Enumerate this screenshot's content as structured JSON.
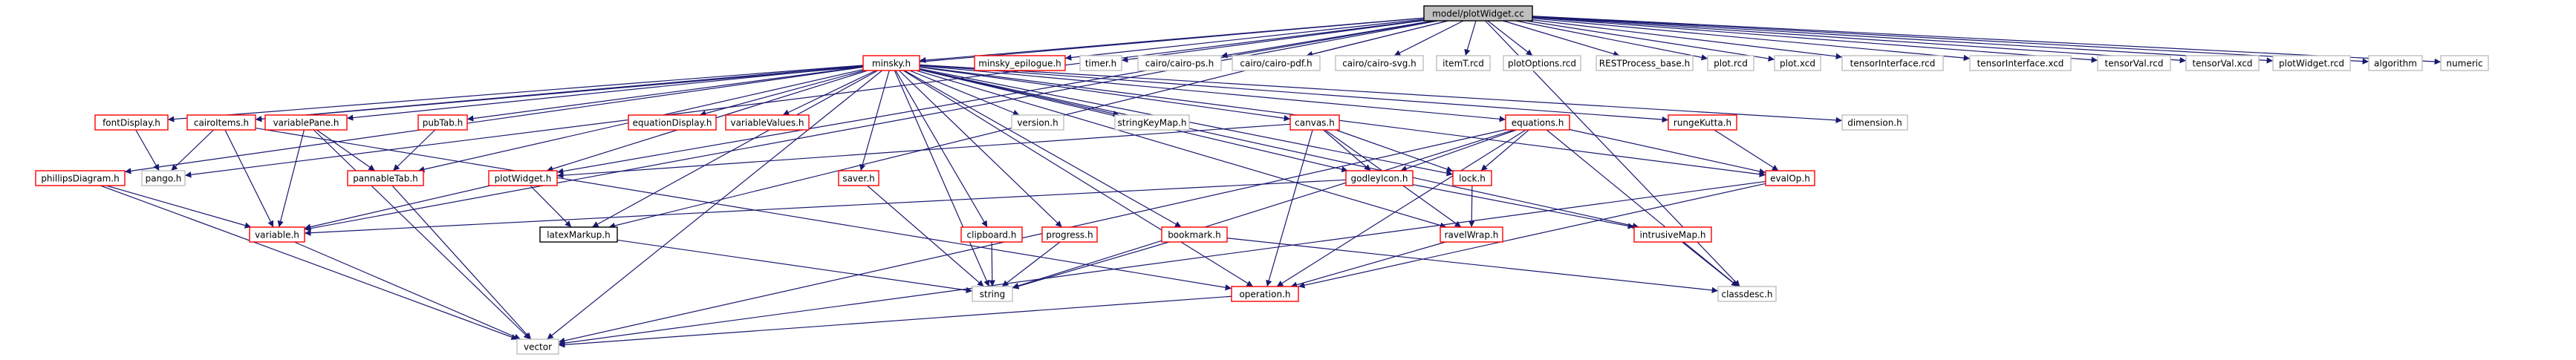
{
  "nodes": [
    {
      "id": "plotWidget_cc",
      "label": "model/plotWidget.cc",
      "kind": "root"
    },
    {
      "id": "minsky_h",
      "label": "minsky.h",
      "kind": "red"
    },
    {
      "id": "minsky_epilogue_h",
      "label": "minsky_epilogue.h",
      "kind": "red"
    },
    {
      "id": "timer_h",
      "label": "timer.h",
      "kind": "gray"
    },
    {
      "id": "cairo_ps_h",
      "label": "cairo/cairo-ps.h",
      "kind": "gray"
    },
    {
      "id": "cairo_pdf_h",
      "label": "cairo/cairo-pdf.h",
      "kind": "gray"
    },
    {
      "id": "cairo_svg_h",
      "label": "cairo/cairo-svg.h",
      "kind": "gray"
    },
    {
      "id": "itemT_rcd",
      "label": "itemT.rcd",
      "kind": "gray"
    },
    {
      "id": "plotOptions_rcd",
      "label": "plotOptions.rcd",
      "kind": "gray"
    },
    {
      "id": "RESTProcess_base_h",
      "label": "RESTProcess_base.h",
      "kind": "gray"
    },
    {
      "id": "plot_rcd",
      "label": "plot.rcd",
      "kind": "gray"
    },
    {
      "id": "plot_xcd",
      "label": "plot.xcd",
      "kind": "gray"
    },
    {
      "id": "tensorInterface_rcd",
      "label": "tensorInterface.rcd",
      "kind": "gray"
    },
    {
      "id": "tensorInterface_xcd",
      "label": "tensorInterface.xcd",
      "kind": "gray"
    },
    {
      "id": "tensorVal_rcd",
      "label": "tensorVal.rcd",
      "kind": "gray"
    },
    {
      "id": "tensorVal_xcd",
      "label": "tensorVal.xcd",
      "kind": "gray"
    },
    {
      "id": "plotWidget_rcd",
      "label": "plotWidget.rcd",
      "kind": "gray"
    },
    {
      "id": "algorithm",
      "label": "algorithm",
      "kind": "gray"
    },
    {
      "id": "numeric",
      "label": "numeric",
      "kind": "gray"
    },
    {
      "id": "fontDisplay_h",
      "label": "fontDisplay.h",
      "kind": "red"
    },
    {
      "id": "cairoItems_h",
      "label": "cairoItems.h",
      "kind": "red"
    },
    {
      "id": "variablePane_h",
      "label": "variablePane.h",
      "kind": "red"
    },
    {
      "id": "pubTab_h",
      "label": "pubTab.h",
      "kind": "red"
    },
    {
      "id": "equationDisplay_h",
      "label": "equationDisplay.h",
      "kind": "red"
    },
    {
      "id": "variableValues_h",
      "label": "variableValues.h",
      "kind": "red"
    },
    {
      "id": "version_h",
      "label": "version.h",
      "kind": "gray"
    },
    {
      "id": "stringKeyMap_h",
      "label": "stringKeyMap.h",
      "kind": "gray"
    },
    {
      "id": "equations_h",
      "label": "equations.h",
      "kind": "red"
    },
    {
      "id": "rungeKutta_h",
      "label": "rungeKutta.h",
      "kind": "red"
    },
    {
      "id": "dimension_h",
      "label": "dimension.h",
      "kind": "gray"
    },
    {
      "id": "canvas_h",
      "label": "canvas.h",
      "kind": "red"
    },
    {
      "id": "phillipsDiagram_h",
      "label": "phillipsDiagram.h",
      "kind": "red"
    },
    {
      "id": "pango_h",
      "label": "pango.h",
      "kind": "gray"
    },
    {
      "id": "pannableTab_h",
      "label": "pannableTab.h",
      "kind": "red"
    },
    {
      "id": "plotWidget_h",
      "label": "plotWidget.h",
      "kind": "red"
    },
    {
      "id": "saver_h",
      "label": "saver.h",
      "kind": "red"
    },
    {
      "id": "godleyIcon_h",
      "label": "godleyIcon.h",
      "kind": "red"
    },
    {
      "id": "lock_h",
      "label": "lock.h",
      "kind": "red"
    },
    {
      "id": "evalOp_h",
      "label": "evalOp.h",
      "kind": "red"
    },
    {
      "id": "variable_h",
      "label": "variable.h",
      "kind": "red"
    },
    {
      "id": "latexMarkup_h",
      "label": "latexMarkup.h",
      "kind": "black"
    },
    {
      "id": "clipboard_h",
      "label": "clipboard.h",
      "kind": "red"
    },
    {
      "id": "progress_h",
      "label": "progress.h",
      "kind": "red"
    },
    {
      "id": "bookmark_h",
      "label": "bookmark.h",
      "kind": "red"
    },
    {
      "id": "ravelWrap_h",
      "label": "ravelWrap.h",
      "kind": "red"
    },
    {
      "id": "intrusiveMap_h",
      "label": "intrusiveMap.h",
      "kind": "red"
    },
    {
      "id": "string",
      "label": "string",
      "kind": "gray"
    },
    {
      "id": "operation_h",
      "label": "operation.h",
      "kind": "red"
    },
    {
      "id": "classdesc_h",
      "label": "classdesc.h",
      "kind": "gray"
    },
    {
      "id": "vector",
      "label": "vector",
      "kind": "gray"
    }
  ],
  "edges": [
    [
      "plotWidget_cc",
      "minsky_h"
    ],
    [
      "plotWidget_cc",
      "minsky_epilogue_h"
    ],
    [
      "plotWidget_cc",
      "timer_h"
    ],
    [
      "plotWidget_cc",
      "cairo_ps_h"
    ],
    [
      "plotWidget_cc",
      "cairo_pdf_h"
    ],
    [
      "plotWidget_cc",
      "cairo_svg_h"
    ],
    [
      "plotWidget_cc",
      "itemT_rcd"
    ],
    [
      "plotWidget_cc",
      "plotOptions_rcd"
    ],
    [
      "plotWidget_cc",
      "RESTProcess_base_h"
    ],
    [
      "plotWidget_cc",
      "plot_rcd"
    ],
    [
      "plotWidget_cc",
      "plot_xcd"
    ],
    [
      "plotWidget_cc",
      "tensorInterface_rcd"
    ],
    [
      "plotWidget_cc",
      "tensorInterface_xcd"
    ],
    [
      "plotWidget_cc",
      "tensorVal_rcd"
    ],
    [
      "plotWidget_cc",
      "tensorVal_xcd"
    ],
    [
      "plotWidget_cc",
      "plotWidget_rcd"
    ],
    [
      "plotWidget_cc",
      "algorithm"
    ],
    [
      "plotWidget_cc",
      "numeric"
    ],
    [
      "plotWidget_cc",
      "cairoItems_h"
    ],
    [
      "plotWidget_cc",
      "pango_h"
    ],
    [
      "plotWidget_cc",
      "variable_h"
    ],
    [
      "plotWidget_cc",
      "plotWidget_h"
    ],
    [
      "plotWidget_cc",
      "latexMarkup_h"
    ],
    [
      "plotWidget_cc",
      "classdesc_h"
    ],
    [
      "minsky_h",
      "fontDisplay_h"
    ],
    [
      "minsky_h",
      "cairoItems_h"
    ],
    [
      "minsky_h",
      "variablePane_h"
    ],
    [
      "minsky_h",
      "pubTab_h"
    ],
    [
      "minsky_h",
      "equationDisplay_h"
    ],
    [
      "minsky_h",
      "variableValues_h"
    ],
    [
      "minsky_h",
      "version_h"
    ],
    [
      "minsky_h",
      "stringKeyMap_h"
    ],
    [
      "minsky_h",
      "canvas_h"
    ],
    [
      "minsky_h",
      "equations_h"
    ],
    [
      "minsky_h",
      "rungeKutta_h"
    ],
    [
      "minsky_h",
      "dimension_h"
    ],
    [
      "minsky_h",
      "phillipsDiagram_h"
    ],
    [
      "minsky_h",
      "pannableTab_h"
    ],
    [
      "minsky_h",
      "plotWidget_h"
    ],
    [
      "minsky_h",
      "saver_h"
    ],
    [
      "minsky_h",
      "godleyIcon_h"
    ],
    [
      "minsky_h",
      "lock_h"
    ],
    [
      "minsky_h",
      "evalOp_h"
    ],
    [
      "minsky_h",
      "latexMarkup_h"
    ],
    [
      "minsky_h",
      "clipboard_h"
    ],
    [
      "minsky_h",
      "progress_h"
    ],
    [
      "minsky_h",
      "bookmark_h"
    ],
    [
      "minsky_h",
      "ravelWrap_h"
    ],
    [
      "minsky_h",
      "intrusiveMap_h"
    ],
    [
      "minsky_h",
      "string"
    ],
    [
      "minsky_h",
      "operation_h"
    ],
    [
      "minsky_h",
      "vector"
    ],
    [
      "fontDisplay_h",
      "pango_h"
    ],
    [
      "cairoItems_h",
      "pango_h"
    ],
    [
      "cairoItems_h",
      "variable_h"
    ],
    [
      "cairoItems_h",
      "operation_h"
    ],
    [
      "variablePane_h",
      "pannableTab_h"
    ],
    [
      "variablePane_h",
      "variable_h"
    ],
    [
      "variablePane_h",
      "vector"
    ],
    [
      "pubTab_h",
      "pannableTab_h"
    ],
    [
      "phillipsDiagram_h",
      "variable_h"
    ],
    [
      "phillipsDiagram_h",
      "vector"
    ],
    [
      "pannableTab_h",
      "vector"
    ],
    [
      "plotWidget_h",
      "variable_h"
    ],
    [
      "plotWidget_h",
      "latexMarkup_h"
    ],
    [
      "canvas_h",
      "plotWidget_h"
    ],
    [
      "canvas_h",
      "godleyIcon_h"
    ],
    [
      "canvas_h",
      "lock_h"
    ],
    [
      "canvas_h",
      "ravelWrap_h"
    ],
    [
      "canvas_h",
      "operation_h"
    ],
    [
      "equations_h",
      "godleyIcon_h"
    ],
    [
      "equations_h",
      "lock_h"
    ],
    [
      "equations_h",
      "evalOp_h"
    ],
    [
      "equations_h",
      "string"
    ],
    [
      "equations_h",
      "operation_h"
    ],
    [
      "equations_h",
      "classdesc_h"
    ],
    [
      "equations_h",
      "vector"
    ],
    [
      "rungeKutta_h",
      "evalOp_h"
    ],
    [
      "saver_h",
      "string"
    ],
    [
      "godleyIcon_h",
      "variable_h"
    ],
    [
      "godleyIcon_h",
      "intrusiveMap_h"
    ],
    [
      "lock_h",
      "ravelWrap_h"
    ],
    [
      "evalOp_h",
      "operation_h"
    ],
    [
      "evalOp_h",
      "vector"
    ],
    [
      "variable_h",
      "vector"
    ],
    [
      "latexMarkup_h",
      "string"
    ],
    [
      "clipboard_h",
      "string"
    ],
    [
      "progress_h",
      "string"
    ],
    [
      "bookmark_h",
      "string"
    ],
    [
      "bookmark_h",
      "classdesc_h"
    ],
    [
      "ravelWrap_h",
      "operation_h"
    ],
    [
      "intrusiveMap_h",
      "classdesc_h"
    ],
    [
      "operation_h",
      "vector"
    ]
  ]
}
